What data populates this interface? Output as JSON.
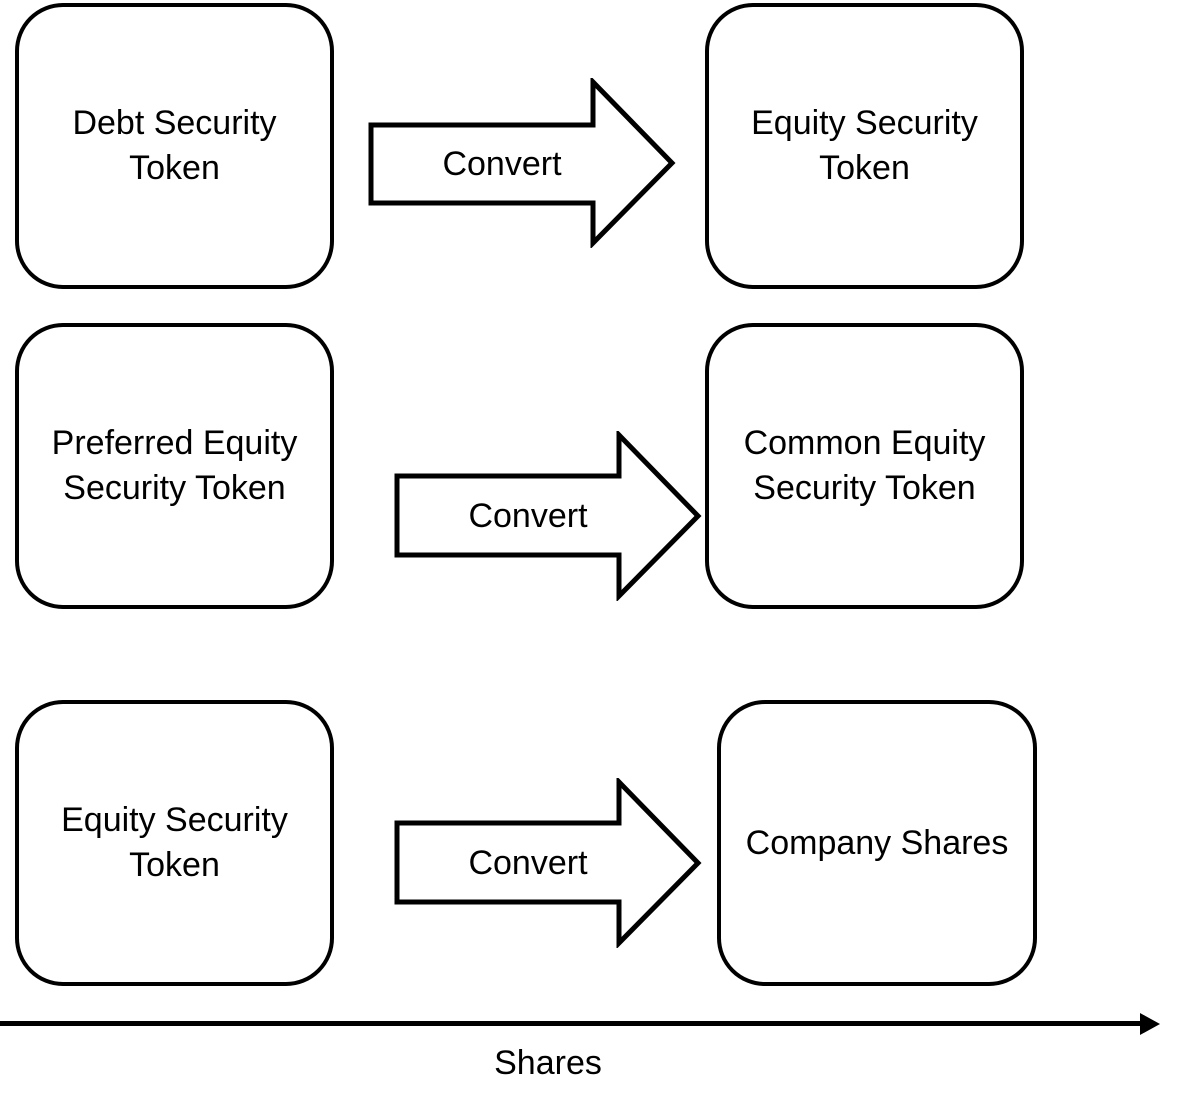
{
  "rows": [
    {
      "source": "Debt Security\nToken",
      "action": "Convert",
      "target": "Equity Security\nToken"
    },
    {
      "source": "Preferred Equity\nSecurity Token",
      "action": "Convert",
      "target": "Common Equity\nSecurity Token"
    },
    {
      "source": "Equity Security\nToken",
      "action": "Convert",
      "target": "Company Shares"
    }
  ],
  "axis": {
    "label": "Shares"
  }
}
